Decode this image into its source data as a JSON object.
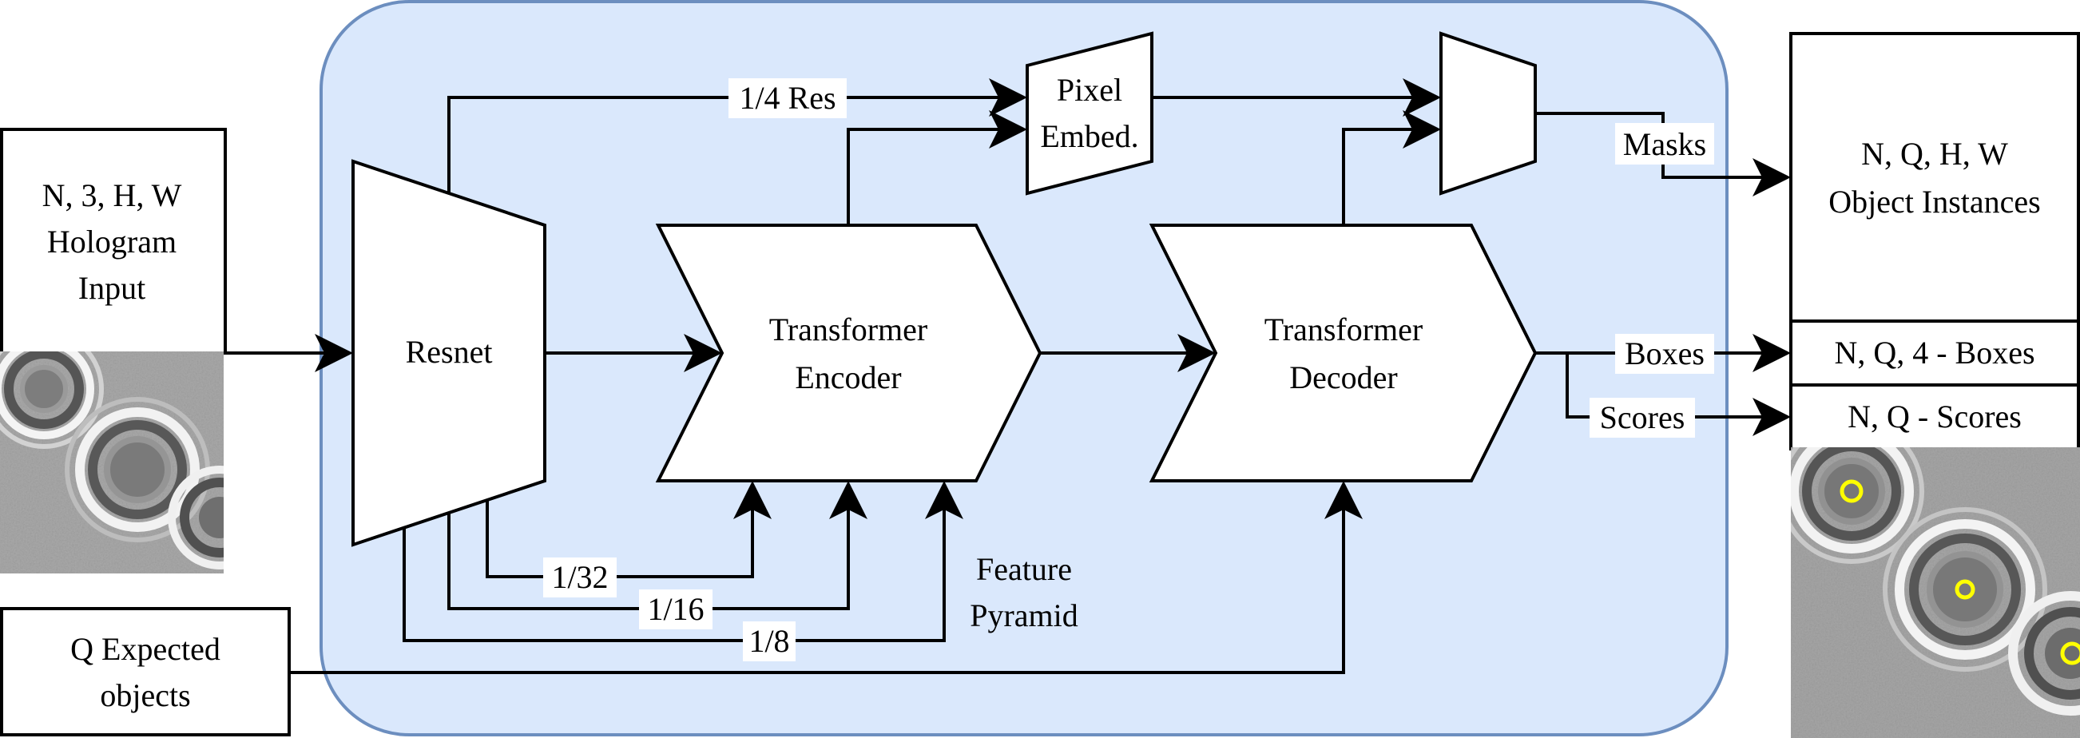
{
  "input": {
    "line1": "N, 3, H, W",
    "line2": "Hologram",
    "line3": "Input"
  },
  "query": {
    "line1": "Q Expected",
    "line2": "objects"
  },
  "blocks": {
    "resnet": "Resnet",
    "encoder_line1": "Transformer",
    "encoder_line2": "Encoder",
    "decoder_line1": "Transformer",
    "decoder_line2": "Decoder",
    "pixel_line1": "Pixel",
    "pixel_line2": "Embed."
  },
  "edges": {
    "quarter_res": "1/4 Res",
    "res32": "1/32",
    "res16": "1/16",
    "res8": "1/8",
    "feature_line1": "Feature",
    "feature_line2": "Pyramid",
    "masks": "Masks",
    "boxes": "Boxes",
    "scores": "Scores"
  },
  "outputs": {
    "instances_line1": "N, Q, H, W",
    "instances_line2": "Object Instances",
    "boxes": "N, Q, 4 - Boxes",
    "scores": "N, Q - Scores"
  },
  "colors": {
    "panel_fill": "#dae8fc",
    "panel_stroke": "#6c8ebf",
    "detection_ring": "#ffff00"
  }
}
